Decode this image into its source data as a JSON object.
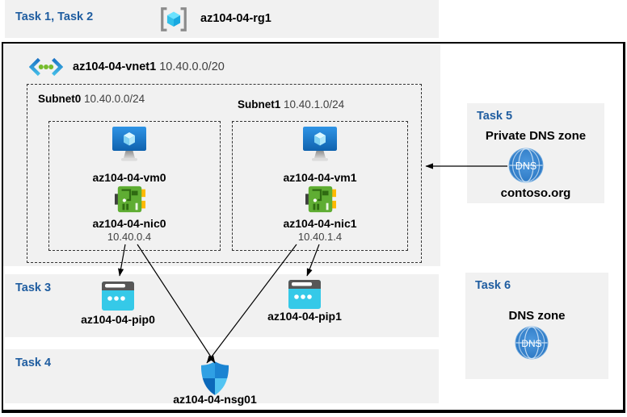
{
  "colors": {
    "accent_blue": "#1F5DA0",
    "panel_gray": "#F1F1F1",
    "frame_black": "#000000",
    "vm_blue": "#1777CE",
    "nic_green": "#5FAD33",
    "nic_yellow": "#FFB900",
    "pip_cyan": "#35C9E8",
    "dns_blue": "#2E7CC9",
    "rg_cyan": "#50E6FF",
    "vnet_dot_green": "#76BC2D"
  },
  "header": {
    "task_label": "Task 1, Task 2",
    "rg_name": "az104-04-rg1"
  },
  "vnet": {
    "name": "az104-04-vnet1",
    "cidr": "10.40.0.0/20"
  },
  "subnets": [
    {
      "name": "Subnet0",
      "cidr": "10.40.0.0/24",
      "vm_name": "az104-04-vm0",
      "nic_name": "az104-04-nic0",
      "nic_ip": "10.40.0.4"
    },
    {
      "name": "Subnet1",
      "cidr": "10.40.1.0/24",
      "vm_name": "az104-04-vm1",
      "nic_name": "az104-04-nic1",
      "nic_ip": "10.40.1.4"
    }
  ],
  "task3": {
    "label": "Task 3",
    "pip0": "az104-04-pip0",
    "pip1": "az104-04-pip1"
  },
  "task4": {
    "label": "Task 4",
    "nsg_name": "az104-04-nsg01"
  },
  "task5": {
    "label": "Task 5",
    "title": "Private DNS zone",
    "zone_name": "contoso.org",
    "dns_icon_text": "DNS"
  },
  "task6": {
    "label": "Task 6",
    "title": "DNS zone",
    "dns_icon_text": "DNS"
  },
  "icons": {
    "resource_group": "resource-group-icon",
    "virtual_network": "virtual-network-icon",
    "virtual_machine": "virtual-machine-icon",
    "network_interface": "nic-icon",
    "public_ip": "public-ip-icon",
    "nsg": "nsg-shield-icon",
    "dns": "dns-globe-icon"
  }
}
